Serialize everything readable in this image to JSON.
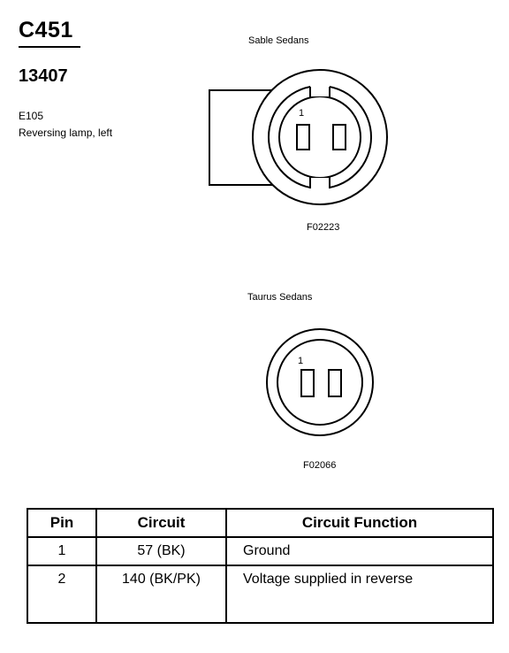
{
  "header": {
    "connector_id": "C451",
    "part_number": "13407",
    "component_code": "E105",
    "component_desc": "Reversing lamp, left"
  },
  "views": [
    {
      "label": "Sable Sedans",
      "figure_code": "F02223",
      "pin_label": "1"
    },
    {
      "label": "Taurus Sedans",
      "figure_code": "F02066",
      "pin_label": "1"
    }
  ],
  "table": {
    "headers": [
      "Pin",
      "Circuit",
      "Circuit Function"
    ],
    "rows": [
      {
        "pin": "1",
        "circuit": "57 (BK)",
        "function": "Ground"
      },
      {
        "pin": "2",
        "circuit": "140 (BK/PK)",
        "function": "Voltage supplied in reverse"
      }
    ]
  }
}
